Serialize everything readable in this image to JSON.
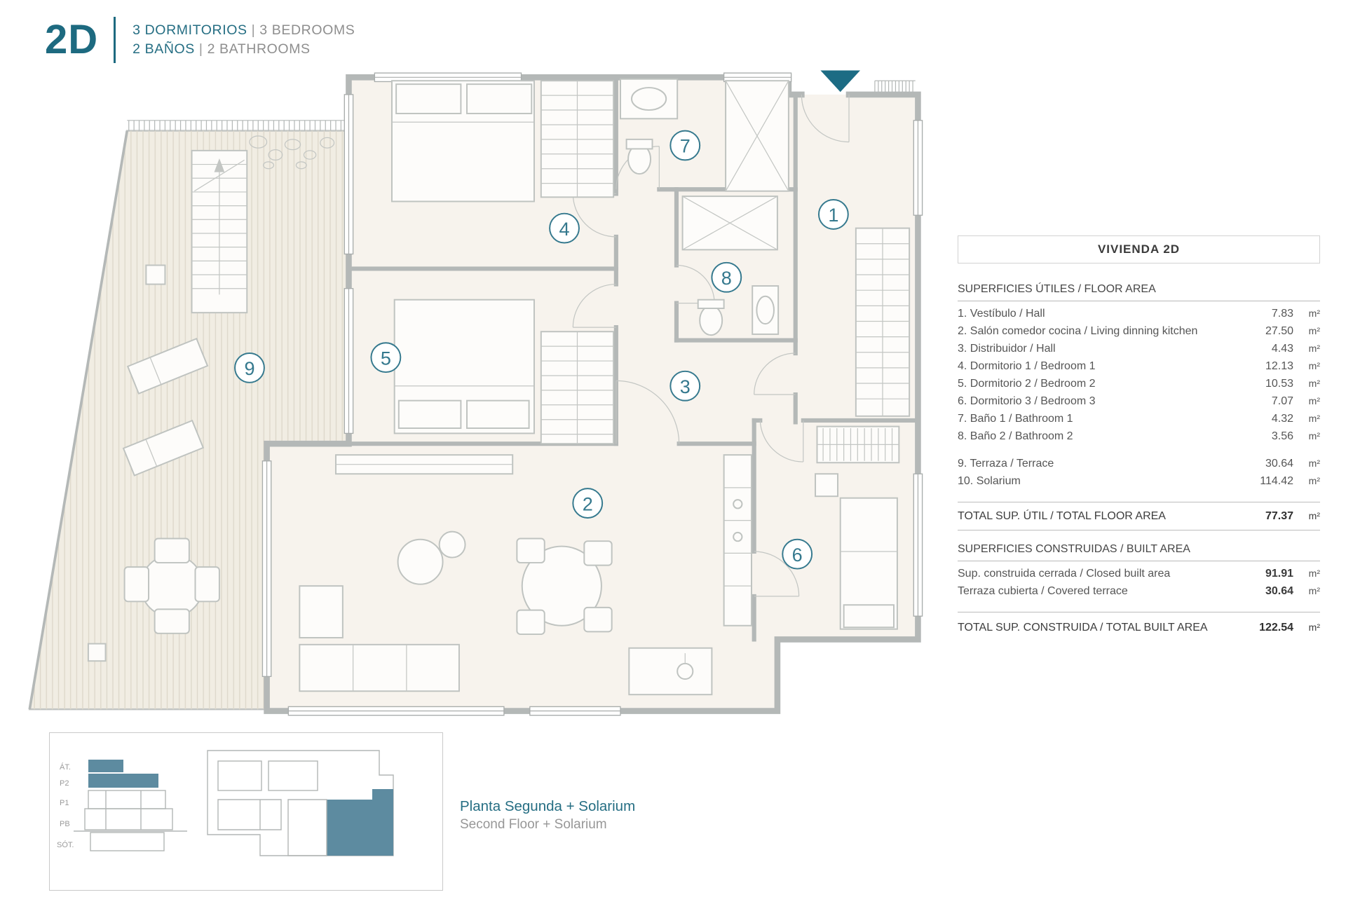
{
  "accent": "#1d6a80",
  "header": {
    "unit_code": "2D",
    "sep": "|",
    "rooms_es": "3 DORMITORIOS",
    "rooms_en": "3 BEDROOMS",
    "baths_es": "2 BAÑOS",
    "baths_en": "2 BATHROOMS"
  },
  "plan": {
    "room_numbers": [
      "1",
      "2",
      "3",
      "4",
      "5",
      "6",
      "7",
      "8",
      "9"
    ]
  },
  "table": {
    "title": "VIVIENDA 2D",
    "floor_section": "SUPERFICIES ÚTILES / FLOOR AREA",
    "floor_rows": [
      {
        "label": "1. Vestíbulo / Hall",
        "value": "7.83",
        "unit": "m²"
      },
      {
        "label": "2. Salón comedor cocina / Living dinning kitchen",
        "value": "27.50",
        "unit": "m²"
      },
      {
        "label": "3. Distribuidor / Hall",
        "value": "4.43",
        "unit": "m²"
      },
      {
        "label": "4. Dormitorio 1 / Bedroom 1",
        "value": "12.13",
        "unit": "m²"
      },
      {
        "label": "5. Dormitorio 2 / Bedroom 2",
        "value": "10.53",
        "unit": "m²"
      },
      {
        "label": "6. Dormitorio 3 / Bedroom 3",
        "value": "7.07",
        "unit": "m²"
      },
      {
        "label": "7. Baño 1 / Bathroom 1",
        "value": "4.32",
        "unit": "m²"
      },
      {
        "label": "8. Baño 2 / Bathroom 2",
        "value": "3.56",
        "unit": "m²"
      }
    ],
    "outdoor_rows": [
      {
        "label": "9. Terraza / Terrace",
        "value": "30.64",
        "unit": "m²"
      },
      {
        "label": "10. Solarium",
        "value": "114.42",
        "unit": "m²"
      }
    ],
    "total_floor": {
      "label": "TOTAL SUP. ÚTIL / TOTAL FLOOR AREA",
      "value": "77.37",
      "unit": "m²"
    },
    "built_section": "SUPERFICIES CONSTRUIDAS / BUILT AREA",
    "built_rows": [
      {
        "label": "Sup. construida cerrada / Closed built area",
        "value": "91.91",
        "unit": "m²"
      },
      {
        "label": "Terraza cubierta / Covered terrace",
        "value": "30.64",
        "unit": "m²"
      }
    ],
    "total_built": {
      "label": "TOTAL SUP. CONSTRUIDA /  TOTAL BUILT AREA",
      "value": "122.54",
      "unit": "m²"
    }
  },
  "keyplan": {
    "levels": [
      "ÁT.",
      "P2",
      "P1",
      "PB",
      "SÓT."
    ],
    "caption_es": "Planta Segunda + Solarium",
    "caption_en": "Second Floor + Solarium"
  }
}
